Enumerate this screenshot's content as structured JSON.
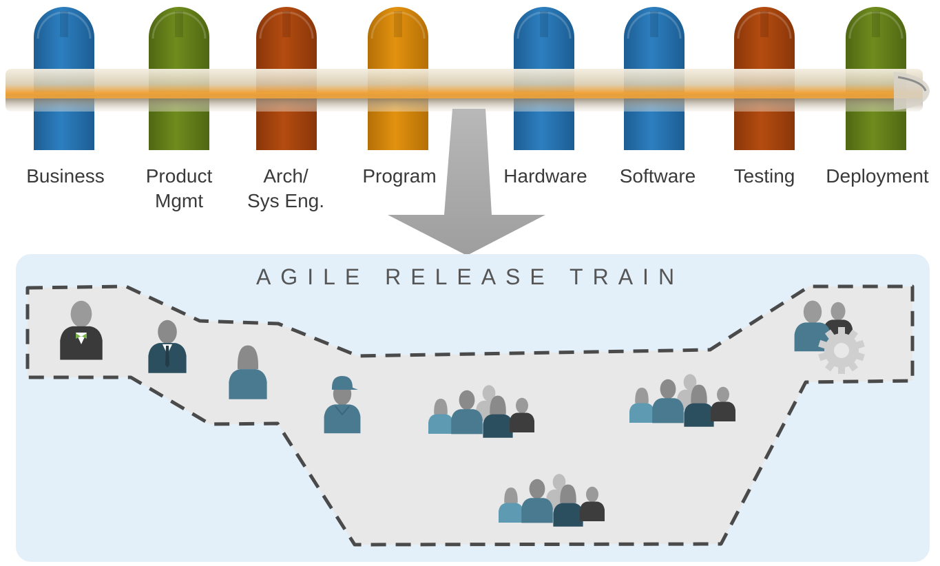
{
  "silos": [
    {
      "id": "business",
      "label": "Business",
      "color": "#2d7fc0",
      "dark": "#1c5d93"
    },
    {
      "id": "product-mgmt",
      "label": "Product\nMgmt",
      "color": "#6f8c1e",
      "dark": "#4f6712"
    },
    {
      "id": "arch-sys-eng",
      "label": "Arch/\nSys Eng.",
      "color": "#b44c10",
      "dark": "#8a3609"
    },
    {
      "id": "program",
      "label": "Program",
      "color": "#e2920f",
      "dark": "#b56f06"
    },
    {
      "id": "hardware",
      "label": "Hardware",
      "color": "#2d7fc0",
      "dark": "#1c5d93"
    },
    {
      "id": "software",
      "label": "Software",
      "color": "#2d7fc0",
      "dark": "#1c5d93"
    },
    {
      "id": "testing",
      "label": "Testing",
      "color": "#b44c10",
      "dark": "#8a3609"
    },
    {
      "id": "deployment",
      "label": "Deployment",
      "color": "#6f8c1e",
      "dark": "#4f6712"
    }
  ],
  "art": {
    "title": "AGILE RELEASE TRAIN",
    "roles": [
      "business-owner",
      "product-manager",
      "system-architect",
      "release-train-engineer",
      "agile-team",
      "agile-team",
      "agile-team",
      "system-team"
    ]
  },
  "colors": {
    "panel": "#e3f0fa",
    "zone": "#e8e8e8",
    "dash": "#4a4a4a",
    "arrow": "#a8a8a8",
    "teal": "#4a7a90",
    "darkTeal": "#2c4f5f",
    "lightTeal": "#5e9bb3",
    "gray": "#9a9a9a",
    "charcoal": "#3d3d3d"
  }
}
